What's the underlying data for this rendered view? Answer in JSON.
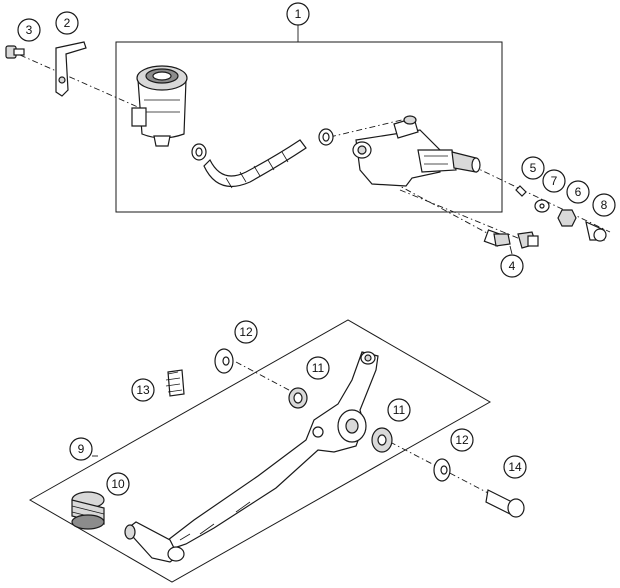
{
  "callouts": {
    "c1": "1",
    "c2": "2",
    "c3": "3",
    "c4": "4",
    "c5": "5",
    "c6": "6",
    "c7": "7",
    "c8": "8",
    "c9": "9",
    "c10": "10",
    "c11a": "11",
    "c11b": "11",
    "c12a": "12",
    "c12b": "12",
    "c13": "13",
    "c14": "14"
  }
}
